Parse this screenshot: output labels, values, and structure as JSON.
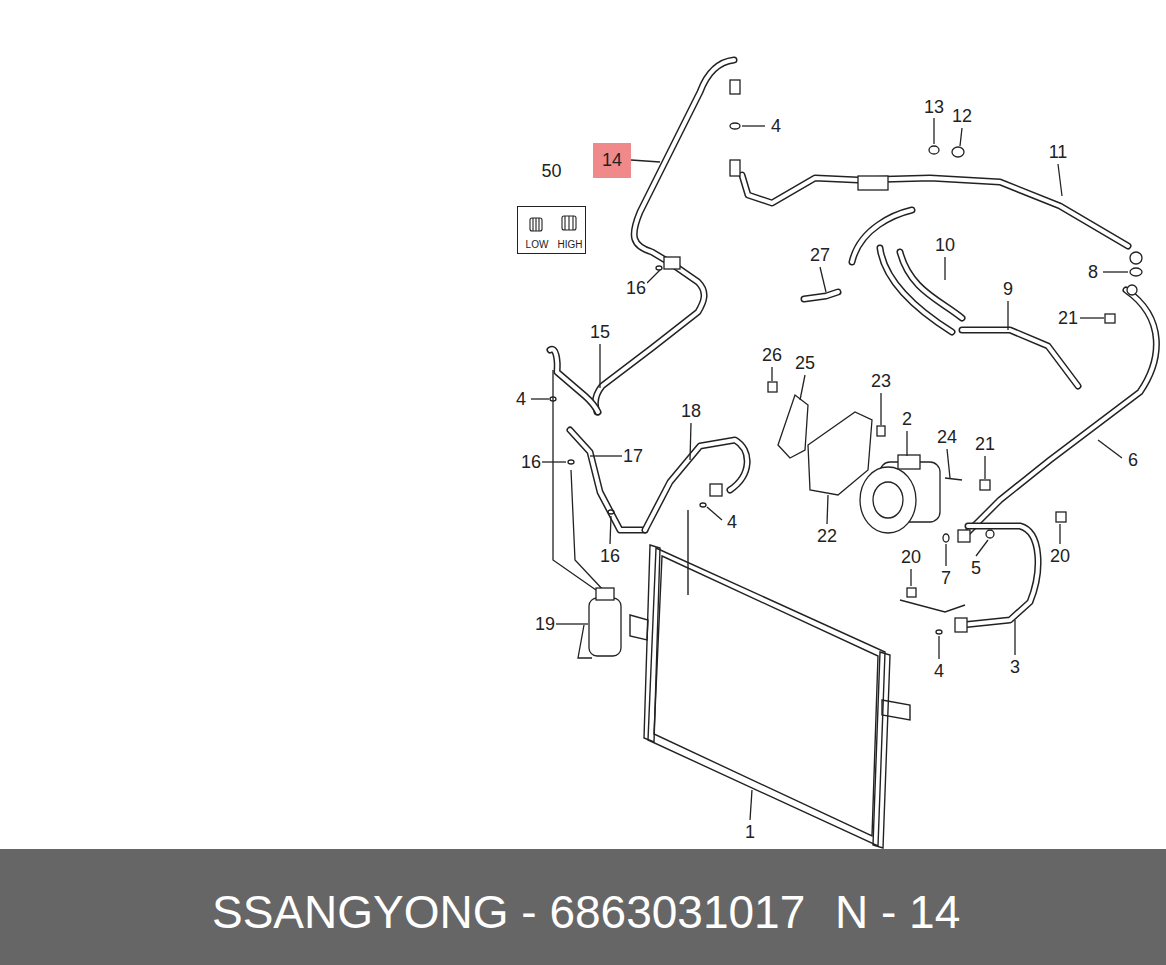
{
  "diagram": {
    "nodes": [
      {
        "text": [
          "50",
          "LOW",
          "HIGH"
        ]
      },
      {
        "text": [
          "14"
        ]
      },
      {
        "text": [
          "SSANGYONG - 6863031017",
          "N - 14"
        ]
      }
    ],
    "labels": [
      "4",
      "13",
      "12",
      "11",
      "10",
      "27",
      "8",
      "9",
      "16",
      "21",
      "15",
      "26",
      "25",
      "23",
      "4",
      "18",
      "2",
      "24",
      "21",
      "16",
      "17",
      "6",
      "4",
      "22",
      "16",
      "20",
      "20",
      "7",
      "5",
      "19",
      "4",
      "3",
      "1"
    ]
  }
}
